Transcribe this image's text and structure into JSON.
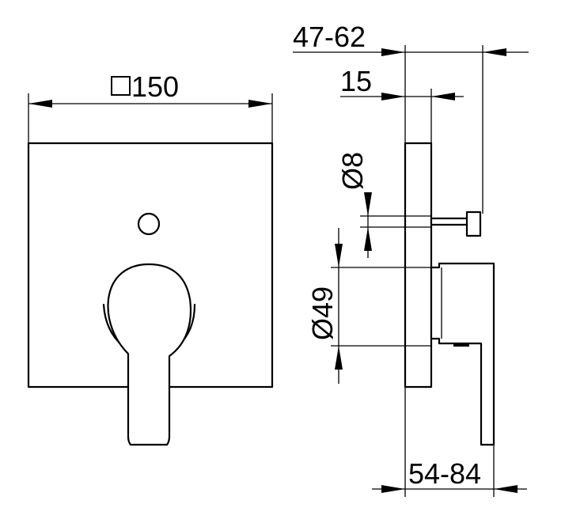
{
  "dimensions": {
    "plate_width": "150",
    "wall_range": "47-62",
    "plate_depth": "15",
    "pin_diameter": "Ø8",
    "body_diameter": "Ø49",
    "projection_range": "54-84"
  }
}
